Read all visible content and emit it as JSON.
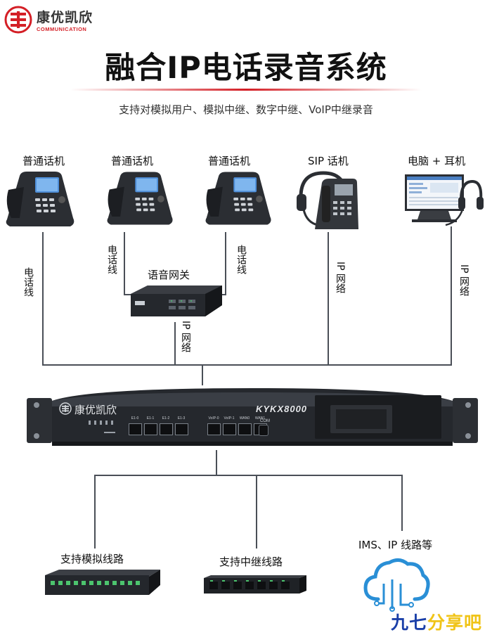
{
  "header": {
    "logo_cn": "康优凯欣",
    "logo_en": "COMMUNICATION",
    "title": "融合IP电话录音系统",
    "subtitle": "支持对模拟用户、模拟中继、数字中继、VoIP中继录音"
  },
  "devices": {
    "phone1": "普通话机",
    "phone2": "普通话机",
    "phone3": "普通话机",
    "sip_phone": "SIP 话机",
    "pc_headset": "电脑 + 耳机",
    "gateway": "语音网关"
  },
  "links": {
    "line_phone1": "电话线",
    "line_phone2": "电话线",
    "line_phone3": "电话线",
    "line_gateway": "IP 网络",
    "line_sip": "IP 网络",
    "line_pc": "IP 网络"
  },
  "recorder": {
    "brand": "康优凯欣",
    "model": "KYKX8000",
    "port_labels": [
      "E1-0",
      "E1-1",
      "E1-2",
      "E1-3",
      "VoIP-0",
      "VoIP-1",
      "WAN0",
      "WAN1"
    ],
    "com_label": "COM"
  },
  "bottom": {
    "analog": "支持模拟线路",
    "trunk": "支持中继线路",
    "ims": "IMS、IP 线路等"
  },
  "watermark": {
    "part1": "九七",
    "part2": "分享吧"
  },
  "colors": {
    "brand_red": "#d41f26",
    "line": "#4a4f57",
    "cloud_blue": "#2a8fd6",
    "watermark_blue": "#1a3fa8",
    "watermark_yellow": "#f0c418"
  }
}
